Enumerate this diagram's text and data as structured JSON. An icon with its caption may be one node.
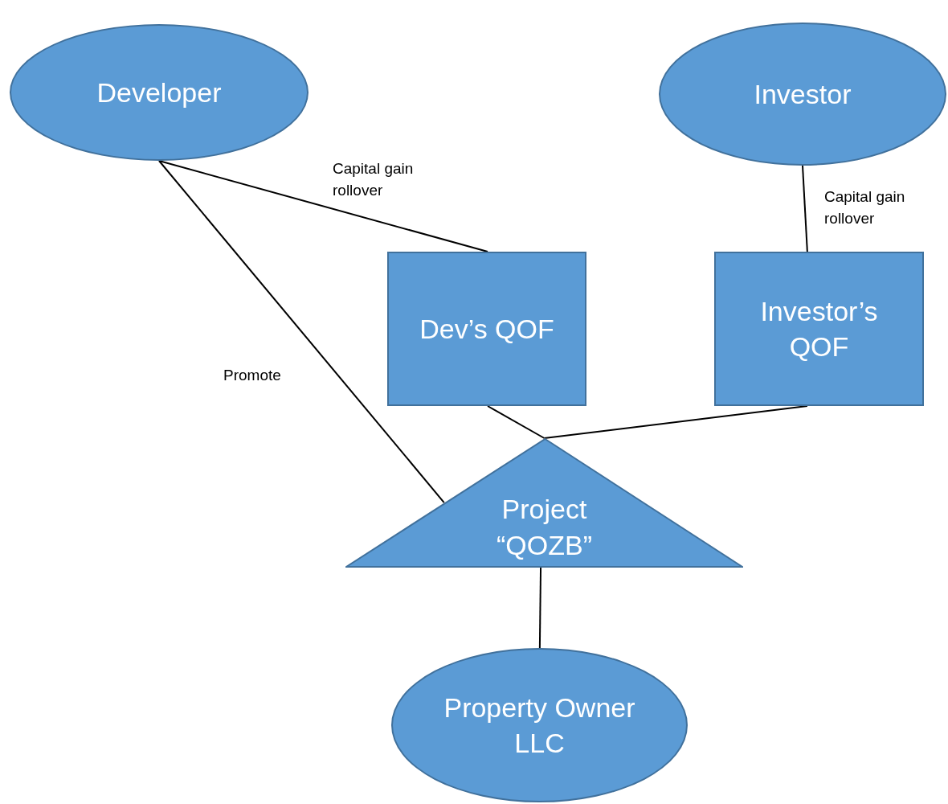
{
  "diagram": {
    "nodes": [
      {
        "text": [
          "Developer"
        ]
      },
      {
        "text": [
          "Investor"
        ]
      },
      {
        "text": [
          "Dev’s QOF"
        ]
      },
      {
        "text": [
          "Investor’s QOF"
        ]
      },
      {
        "text": [
          "Project “QOZB”"
        ]
      },
      {
        "text": [
          "Property Owner LLC"
        ]
      }
    ],
    "edges": [
      {
        "from": 0,
        "to": 2,
        "arrow": "none",
        "label": "Capital gain rollover"
      },
      {
        "from": 1,
        "to": 3,
        "arrow": "none",
        "label": "Capital gain rollover"
      },
      {
        "from": 0,
        "to": 4,
        "arrow": "none",
        "label": "Promote"
      },
      {
        "from": 2,
        "to": 4,
        "arrow": "none"
      },
      {
        "from": 3,
        "to": 4,
        "arrow": "none"
      },
      {
        "from": 4,
        "to": 5,
        "arrow": "none"
      }
    ]
  }
}
